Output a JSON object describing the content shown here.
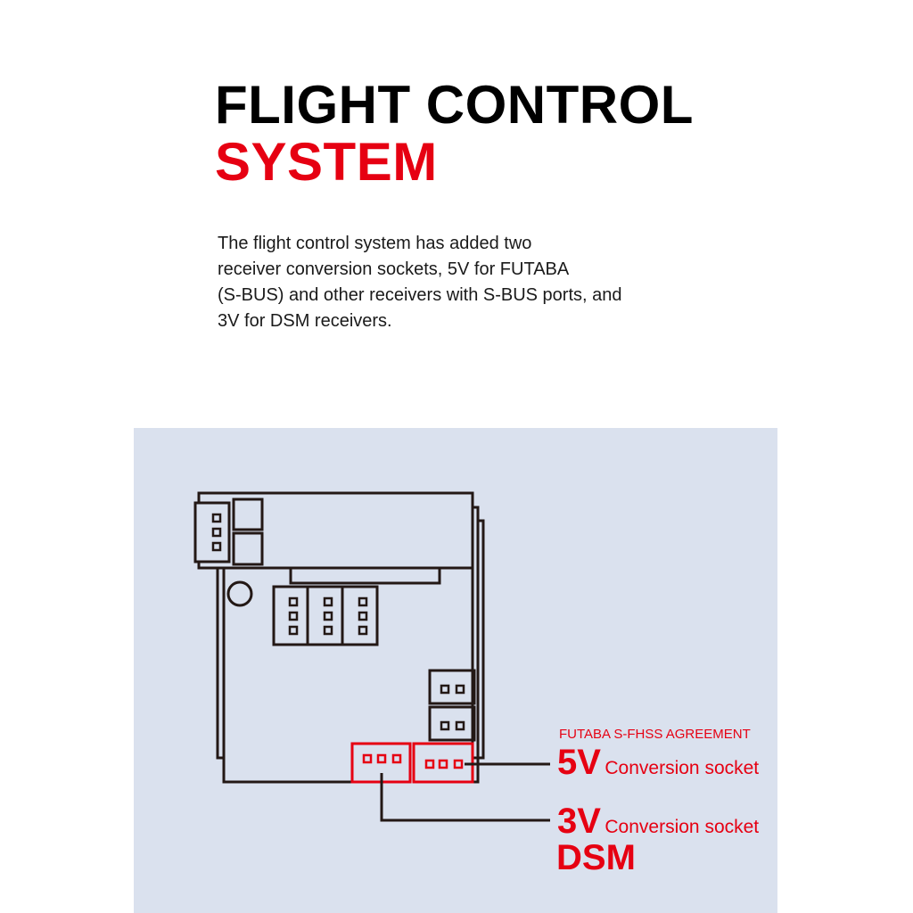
{
  "title": {
    "line1": "FLIGHT CONTROL",
    "line2": "SYSTEM"
  },
  "description": [
    "The flight control system has added two",
    "receiver conversion sockets, 5V for FUTABA",
    "(S-BUS) and other receivers with S-BUS ports, and",
    "3V for DSM receivers."
  ],
  "diagram": {
    "agreement_label": "FUTABA S-FHSS AGREEMENT",
    "socket_5v": {
      "voltage": "5V",
      "label": "Conversion socket"
    },
    "socket_3v": {
      "voltage": "3V",
      "label": "Conversion socket",
      "protocol": "DSM"
    },
    "colors": {
      "accent": "#e60012",
      "line": "#231815",
      "panel": "#dae1ee"
    }
  }
}
